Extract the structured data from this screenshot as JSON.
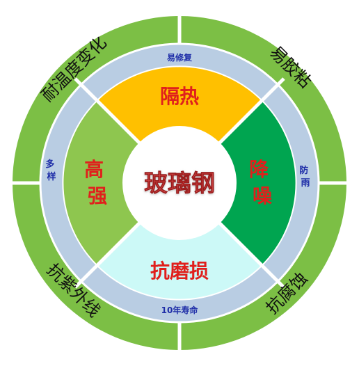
{
  "center": {
    "label": "玻璃钢"
  },
  "inner_ring": {
    "top": "隔热",
    "right": "降噪",
    "bottom": "抗磨损",
    "left": "高强"
  },
  "middle_ring": {
    "top": "易修复",
    "right": "防雨",
    "bottom": "10年寿命",
    "left": "多样"
  },
  "outer_ring": {
    "top_left": "耐温度变化",
    "top_right": "易胶粘",
    "bottom_left": "抗紫外线",
    "bottom_right": "抗腐蚀"
  },
  "colors": {
    "outer_ring": "#7cbf45",
    "middle_ring": "#b9cde3",
    "inner_top": "#ffc000",
    "inner_right": "#00a550",
    "inner_bottom": "#ccf9f7",
    "inner_left": "#8ec64f",
    "center": "#ffffff",
    "separator": "#ffffff"
  }
}
